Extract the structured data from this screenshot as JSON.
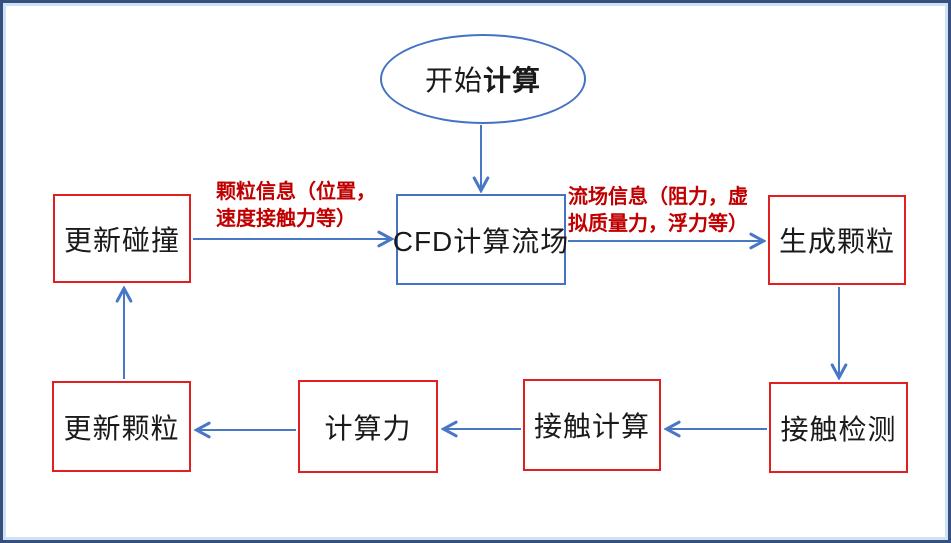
{
  "diagram_title": "CFD-DEM coupling flowchart",
  "colors": {
    "frame_outer": "#35507e",
    "frame_inner": "#cfe2f5",
    "arrow_blue": "#4877c5",
    "node_blue_border": "#4472c4",
    "node_red_border": "#e02020",
    "edge_label_red": "#c00000",
    "node_text": "#1a1a1a",
    "background": "#ffffff"
  },
  "nodes": {
    "start": {
      "text_regular": "开始",
      "text_bold": "计算"
    },
    "cfd": {
      "label": "CFD计算流场"
    },
    "update_collision": {
      "label": "更新碰撞"
    },
    "generate_particles": {
      "label": "生成颗粒"
    },
    "contact_detection": {
      "label": "接触检测"
    },
    "contact_calculation": {
      "label": "接触计算"
    },
    "compute_force": {
      "label": "计算力"
    },
    "update_particles": {
      "label": "更新颗粒"
    }
  },
  "edge_labels": {
    "particle_info": {
      "line1": "颗粒信息（位置，",
      "line2": "速度接触力等）"
    },
    "flow_info": {
      "line1": "流场信息（阻力，虚",
      "line2": "拟质量力，浮力等）"
    }
  }
}
